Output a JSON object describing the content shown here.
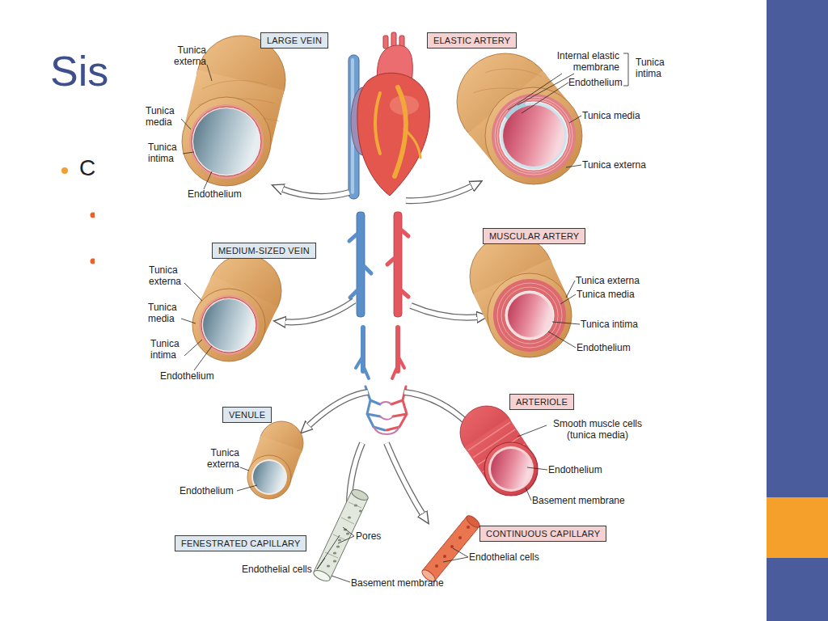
{
  "diagram": {
    "nodes": [
      {
        "text": [
          "LARGE VEIN"
        ]
      },
      {
        "text": [
          "ELASTIC ARTERY"
        ]
      },
      {
        "text": [
          "MEDIUM-SIZED VEIN"
        ]
      },
      {
        "text": [
          "MUSCULAR ARTERY"
        ]
      },
      {
        "text": [
          "VENULE"
        ]
      },
      {
        "text": [
          "ARTERIOLE"
        ]
      },
      {
        "text": [
          "FENESTRATED CAPILLARY"
        ]
      },
      {
        "text": [
          "CONTINUOUS CAPILLARY"
        ]
      }
    ],
    "labels": [
      "Sis",
      "C",
      "Tunica externa",
      "Tunica media",
      "Tunica intima",
      "Endothelium",
      "Internal elastic membrane",
      "Endothelium",
      "Tunica intima",
      "Tunica media",
      "Tunica externa",
      "Tunica externa",
      "Tunica media",
      "Tunica intima",
      "Endothelium",
      "Tunica externa",
      "Tunica media",
      "Tunica intima",
      "Endothelium",
      "Tunica externa",
      "Endothelium",
      "Smooth muscle cells (tunica media)",
      "Endothelium",
      "Basement membrane",
      "Pores",
      "Endothelial cells",
      "Basement membrane",
      "Endothelial cells"
    ]
  }
}
